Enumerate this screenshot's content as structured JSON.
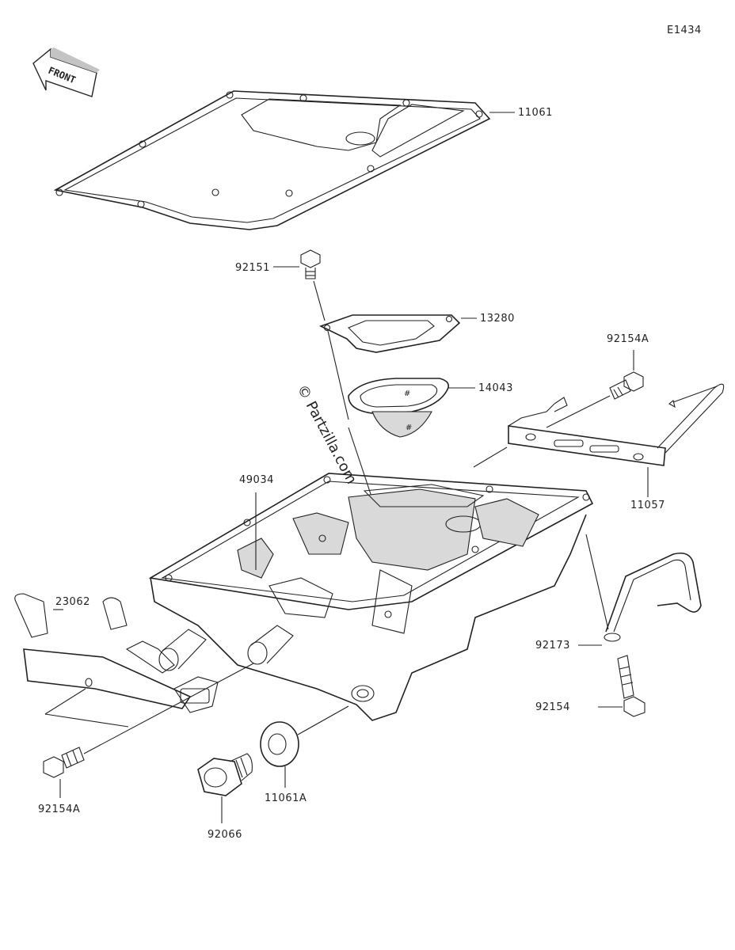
{
  "diagram_code": "E1434",
  "front_label": "FRONT",
  "watermark": "© Partzilla.com",
  "labels": {
    "p11061": "11061",
    "p92151": "92151",
    "p13280": "13280",
    "p14043": "14043",
    "p92154A_top": "92154A",
    "p11057": "11057",
    "p49034": "49034",
    "p23062": "23062",
    "p92173": "92173",
    "p92154": "92154",
    "p92154A_bottom": "92154A",
    "p92066": "92066",
    "p11061A": "11061A"
  }
}
